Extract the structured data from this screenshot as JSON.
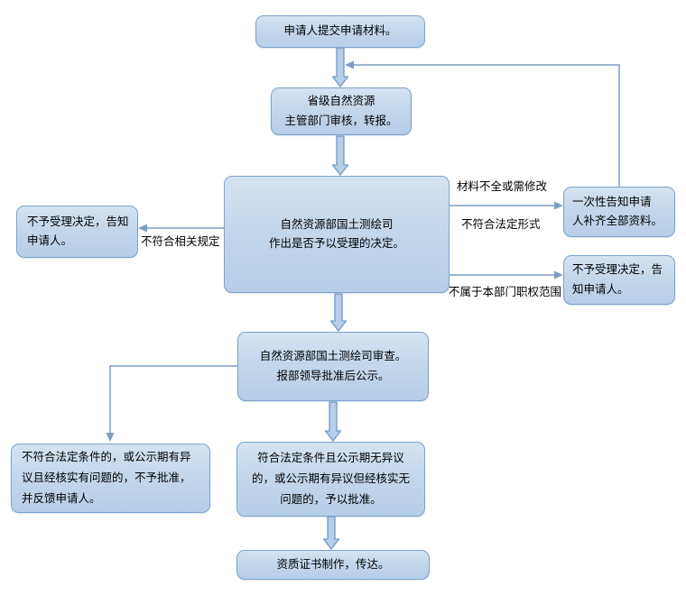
{
  "flowchart": {
    "nodes": {
      "submit": {
        "text": "申请人提交申请材料。"
      },
      "provincial_review": {
        "text": "省级自然资源\n主管部门审核，转报。"
      },
      "acceptance_decision": {
        "text": "自然资源部国土测绘司\n作出是否予以受理的决定。"
      },
      "reject_notify_left": {
        "text": "不予受理决定，告知\n申请人。"
      },
      "notify_supplement": {
        "text": "一次性告知申请\n人补齐全部资料。"
      },
      "reject_notify_right": {
        "text": "不予受理决定，告\n知申请人。"
      },
      "department_review": {
        "text": "自然资源部国土测绘司审查。\n报部领导批准后公示。"
      },
      "disapprove": {
        "text": "不符合法定条件的，或公示期有异\n议且经核实有问题的，不予批准，\n并反馈申请人。"
      },
      "approve": {
        "text": "符合法定条件且公示期无异议\n的，或公示期有异议但经核实无\n问题的，予以批准。"
      },
      "certificate": {
        "text": "资质证书制作，传达。"
      }
    },
    "edge_labels": {
      "incomplete_top": "材料不全或需修改",
      "incomplete_bottom": "不符合法定形式",
      "not_compliant": "不符合相关规定",
      "out_of_scope": "不属于本部门职权范围"
    },
    "colors": {
      "node_fill_top": "#d6e3f2",
      "node_fill_bottom": "#b7cee9",
      "node_border": "#7ba2cd",
      "connector_line": "#7d9ec4",
      "block_arrow_fill": "#b7cee9",
      "block_arrow_border": "#6f9ac7",
      "text": "#000000",
      "background": "#ffffff"
    }
  }
}
